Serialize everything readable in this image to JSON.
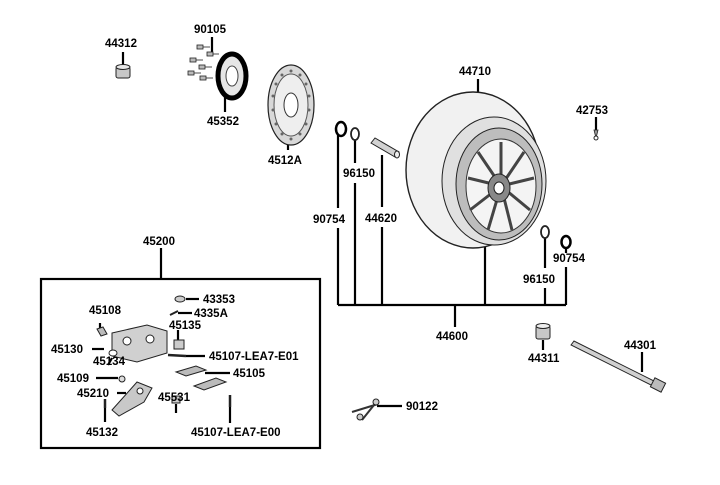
{
  "diagram": {
    "labels": {
      "p44312": "44312",
      "p90105": "90105",
      "p45352": "45352",
      "p4512A": "4512A",
      "p44710": "44710",
      "p42753": "42753",
      "p96150a": "96150",
      "p90754a": "90754",
      "p44620": "44620",
      "p96150b": "96150",
      "p90754b": "90754",
      "p44600": "44600",
      "p45200": "45200",
      "p45108": "45108",
      "p43353": "43353",
      "p4335A": "4335A",
      "p45135": "45135",
      "p45130": "45130",
      "p45134": "45134",
      "p45107e01": "45107-LEA7-E01",
      "p45105": "45105",
      "p45109": "45109",
      "p45210": "45210",
      "p45531": "45531",
      "p45132": "45132",
      "p45107e00": "45107-LEA7-E00",
      "p90122": "90122",
      "p44311": "44311",
      "p44301": "44301"
    }
  }
}
